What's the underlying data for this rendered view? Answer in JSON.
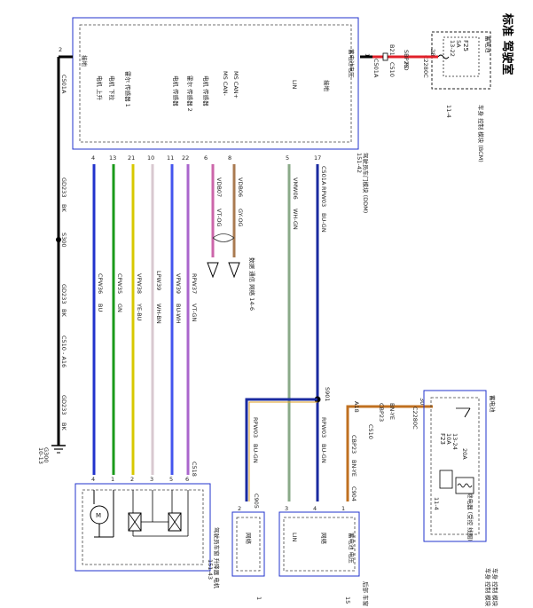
{
  "title": "标准 驾驶室",
  "fuse_box": {
    "label": "蓄电池",
    "fuse": "F25",
    "rating": "5A",
    "pin": "13-22",
    "ref": "11-4",
    "connector": "C2280C",
    "pin_num": "28",
    "note": "车身 控制 模块 (BCM)"
  },
  "battery_feed": {
    "wire": "SBP25",
    "color": "RD",
    "splice_connector": "C510",
    "splice_pin": "B21"
  },
  "main_module": {
    "name": "驾驶员车门模块 (DDM)",
    "ref": "151-42",
    "connector": "C501A",
    "input_pins": [
      {
        "pin": "1",
        "text": "蓄电池电压"
      },
      {
        "pin": "2",
        "text": "接地"
      }
    ],
    "inner_labels": [
      "接地",
      "MS CAN+",
      "MS CAN-",
      "LIN",
      "电机 传感器",
      "霍尔 传感器 1",
      "霍尔 传感器 2",
      "电机 传感器",
      "电机 下拉",
      "电机 上升"
    ],
    "bottom_pins": [
      "4",
      "13",
      "21",
      "10",
      "11",
      "22",
      "6",
      "8",
      "5",
      "17"
    ]
  },
  "ground": {
    "wire": "GD233",
    "color": "BK",
    "splice": "S300",
    "connector": "C510 - A16",
    "ground_label": "G300",
    "ground_ref": "10-13",
    "pin": "2",
    "conn": "C501A"
  },
  "wires": [
    {
      "id": "CPW36",
      "color": "BU",
      "hex": "#2233cc"
    },
    {
      "id": "CPW35",
      "color": "GN",
      "hex": "#1a9a1a"
    },
    {
      "id": "VPW38",
      "color": "YE-BU",
      "hex": "#d8c800"
    },
    {
      "id": "LPW39",
      "color": "WH-BN",
      "hex": "#d8c8d0"
    },
    {
      "id": "VPW39",
      "color": "BU-WH",
      "hex": "#4455ee"
    },
    {
      "id": "RPW37",
      "color": "VT-GN",
      "hex": "#aa66cc"
    }
  ],
  "can_wires": [
    {
      "id": "VDB07",
      "color": "VT-OG",
      "hex": "#cc66aa"
    },
    {
      "id": "VDB06",
      "color": "GY-OG",
      "hex": "#aa7a50"
    }
  ],
  "can_note": "数据 通信 网络 14-6",
  "lin_wire": {
    "id": "VMW06",
    "color": "WH-GN",
    "hex": "#8aaa88"
  },
  "bus_wire": {
    "id": "RPW03",
    "color": "BU-GN",
    "hex": "#1a2aa0"
  },
  "bus_connector": "C501A",
  "bus_splice": "S901",
  "branch_wire": {
    "id": "RPW03",
    "color": "BU-GN"
  },
  "window_motor": {
    "name": "驾驶员车窗 升降器 电机",
    "ref": "151-43",
    "connector": "C518",
    "pins": [
      "4",
      "1",
      "2",
      "3",
      "5",
      "6"
    ],
    "motor_label": "M"
  },
  "relay_side": {
    "label": "蓄电池",
    "fuse": "F23",
    "rating": "10A",
    "pin": "13-24",
    "ref": "11-4",
    "connector": "C2280C",
    "pin_num": "30",
    "wire": "A18",
    "splice_conn": "C510",
    "splice_wire": "CBP23",
    "color": "BN-YE",
    "coil": "继电器 (受控 线圈)",
    "note": "车身 控制 模块 (BCM)",
    "sub": "20A"
  },
  "feed_wire": {
    "id": "CBP23",
    "color": "BN-YE",
    "hex": "#c07020",
    "connector": "C904",
    "pin": "1"
  },
  "lower_module": {
    "name": "后部 车窗 模块",
    "pins": [
      "3",
      "4",
      "1"
    ],
    "labels": [
      "LIN",
      "网络",
      "蓄电池 电压"
    ],
    "connector": "C904",
    "ref": "15"
  },
  "left_module": {
    "name": "网络",
    "connector": "C905",
    "pin": "2",
    "ref": "1"
  },
  "rear_note": "车身 控制 模块 (BCM)"
}
